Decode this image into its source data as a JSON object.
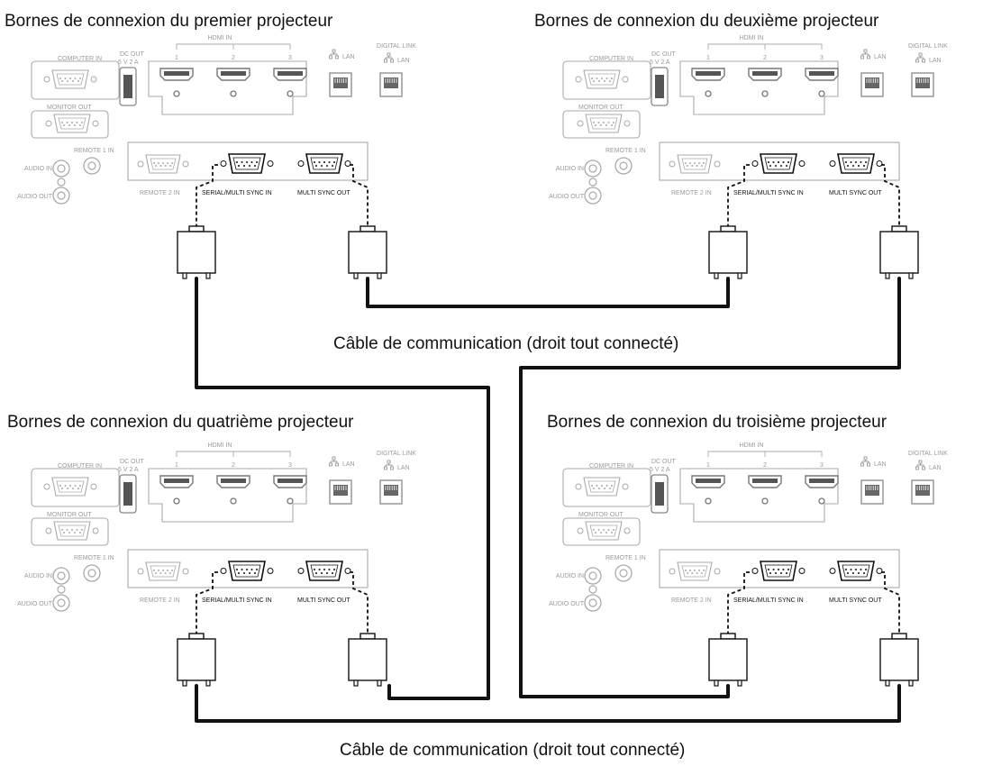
{
  "projectors": [
    {
      "id": "p1",
      "title": "Bornes de connexion du premier projecteur"
    },
    {
      "id": "p2",
      "title": "Bornes de connexion du deuxième projecteur"
    },
    {
      "id": "p4",
      "title": "Bornes de connexion du quatrième projecteur"
    },
    {
      "id": "p3",
      "title": "Bornes de connexion du troisième projecteur"
    }
  ],
  "panel_labels": {
    "computer_in": "COMPUTER IN",
    "monitor_out": "MONITOR OUT",
    "dc_out_line1": "DC OUT",
    "dc_out_line2": "5 V  2 A",
    "hdmi_in": "HDMI IN",
    "hdmi_ports": [
      "1",
      "2",
      "3"
    ],
    "lan": "LAN",
    "digital_link_line1": "DIGITAL LINK",
    "digital_link_line2": "LAN",
    "remote1_in": "REMOTE 1 IN",
    "audio_in": "AUDIO IN",
    "audio_out": "AUDIO OUT",
    "remote2_in": "REMOTE 2 IN",
    "serial_multi_sync_in": "SERIAL/MULTI SYNC IN",
    "multi_sync_out": "MULTI SYNC OUT"
  },
  "cable_labels": {
    "middle": "Câble de communication (droit tout connecté)",
    "bottom": "Câble de communication (droit tout connecté)"
  },
  "colors": {
    "active_line": "#111111",
    "inactive_line": "#aaaaaa"
  }
}
